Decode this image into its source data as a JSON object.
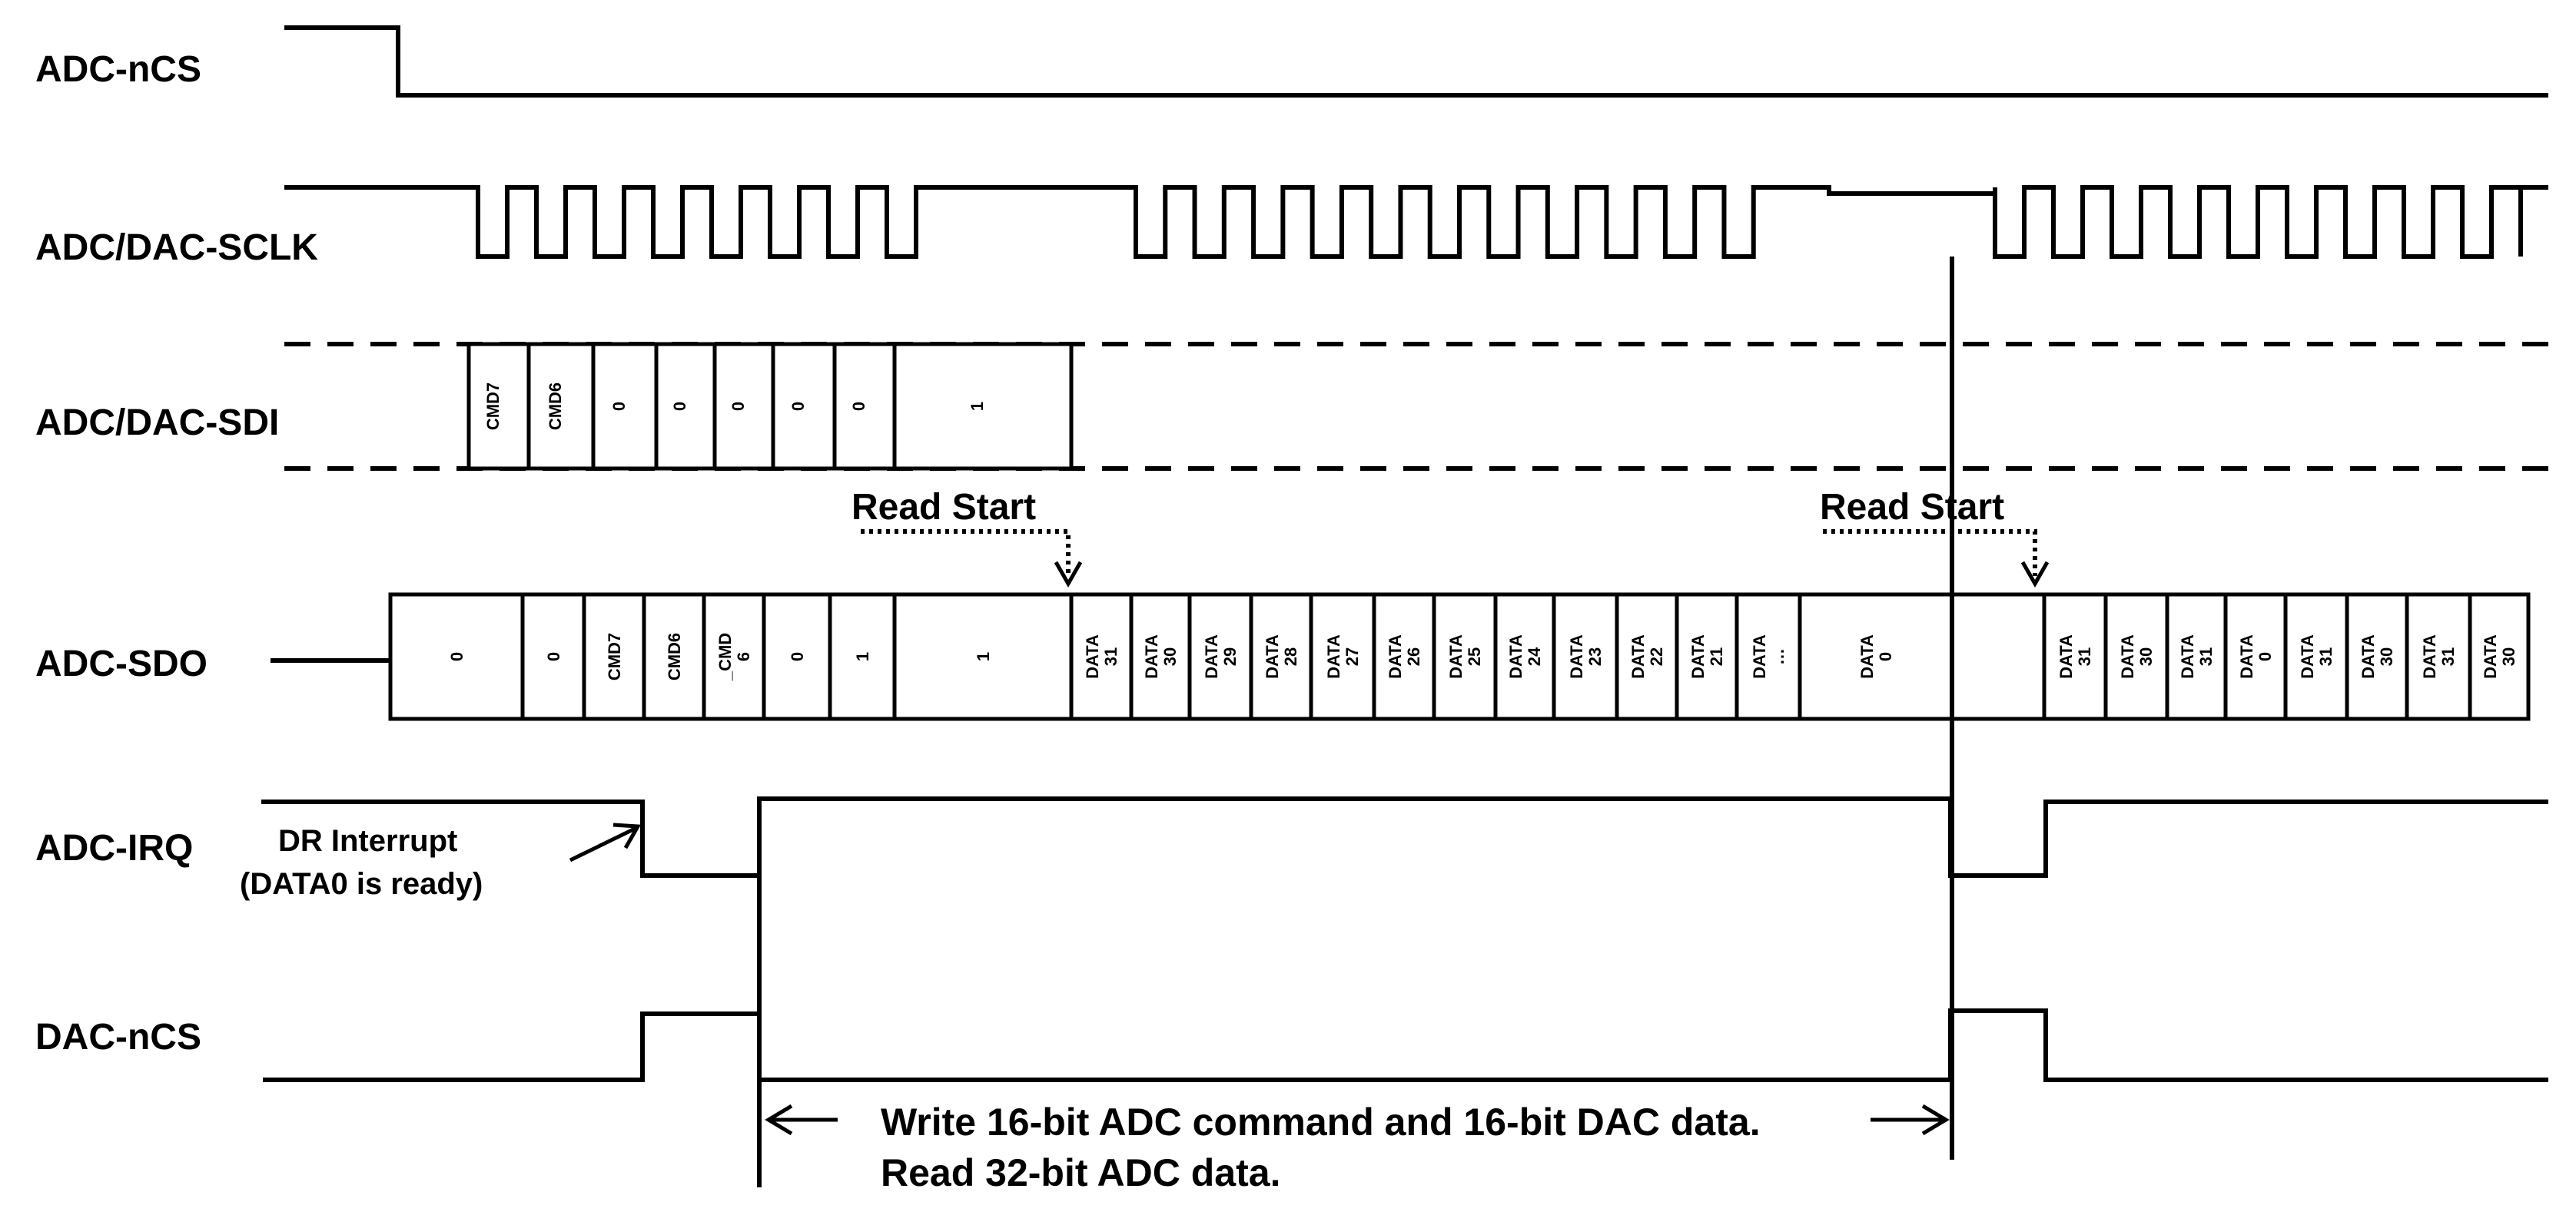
{
  "signals": {
    "adc_ncs": "ADC-nCS",
    "sclk": "ADC/DAC-SCLK",
    "sdi": "ADC/DAC-SDI",
    "sdo": "ADC-SDO",
    "irq": "ADC-IRQ",
    "dac_ncs": "DAC-nCS"
  },
  "sdi_cells": [
    "CMD7",
    "CMD6",
    "0",
    "0",
    "0",
    "0",
    "0",
    "1"
  ],
  "sdo_cells": [
    "0",
    "0",
    "CMD7",
    "CMD6",
    "_CMD\n6",
    "0",
    "1",
    "1",
    "DATA\n31",
    "DATA\n30",
    "DATA\n29",
    "DATA\n28",
    "DATA\n27",
    "DATA\n26",
    "DATA\n25",
    "DATA\n24",
    "DATA\n23",
    "DATA\n22",
    "DATA\n21",
    "DATA\n…",
    "DATA\n0",
    "",
    "DATA\n31",
    "DATA\n30",
    "DATA\n31",
    "DATA\n0",
    "DATA\n31",
    "DATA\n30",
    "DATA\n31",
    "DATA\n30"
  ],
  "annotations": {
    "read_start_1": "Read Start",
    "read_start_2": "Read Start",
    "dr_interrupt_line1": "DR Interrupt",
    "dr_interrupt_line2": "(DATA0 is ready)",
    "write_line1": "Write 16-bit ADC command and 16-bit DAC data.",
    "write_line2": "Read 32-bit ADC data."
  }
}
